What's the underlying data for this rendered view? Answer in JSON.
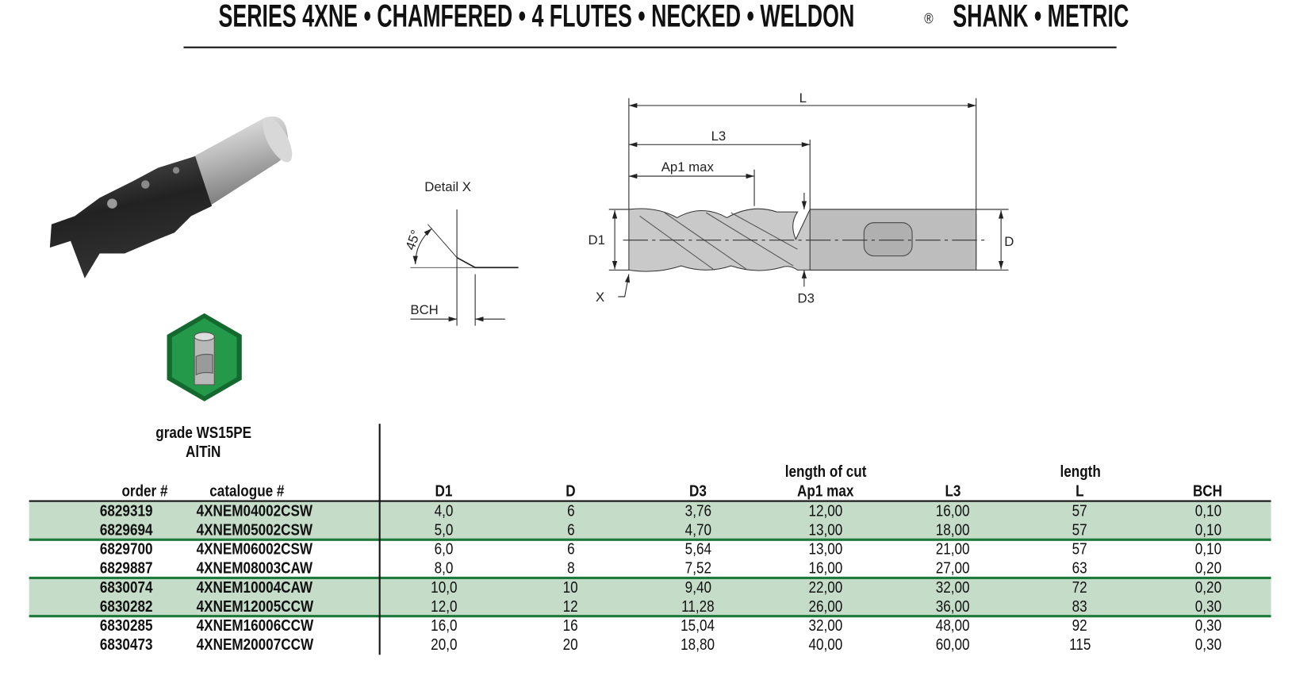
{
  "title": {
    "text": "SERIES 4XNE • CHAMFERED • 4 FLUTES • NECKED • WELDON",
    "reg": "®",
    "text_after": " SHANK • METRIC"
  },
  "diagram": {
    "detail_label": "Detail X",
    "angle_label": "45°",
    "bch_label": "BCH",
    "dims": {
      "L": "L",
      "L3": "L3",
      "Ap1": "Ap1 max",
      "D1": "D1",
      "D": "D",
      "D3": "D3",
      "X": "X"
    }
  },
  "icons": {
    "product": "end-mill-photo",
    "badge": "weldon-shank-badge",
    "badge_color": "#1f8a3f"
  },
  "grade": {
    "line1": "grade WS15PE",
    "line2": "AlTiN"
  },
  "table": {
    "group_headers": {
      "ap1": "length of cut",
      "l": "length"
    },
    "headers": [
      "order #",
      "catalogue #",
      "D1",
      "D",
      "D3",
      "Ap1 max",
      "L3",
      "L",
      "BCH"
    ],
    "rows": [
      [
        "6829319",
        "4XNEM04002CSW",
        "4,0",
        "6",
        "3,76",
        "12,00",
        "16,00",
        "57",
        "0,10"
      ],
      [
        "6829694",
        "4XNEM05002CSW",
        "5,0",
        "6",
        "4,70",
        "13,00",
        "18,00",
        "57",
        "0,10"
      ],
      [
        "6829700",
        "4XNEM06002CSW",
        "6,0",
        "6",
        "5,64",
        "13,00",
        "21,00",
        "57",
        "0,10"
      ],
      [
        "6829887",
        "4XNEM08003CAW",
        "8,0",
        "8",
        "7,52",
        "16,00",
        "27,00",
        "63",
        "0,20"
      ],
      [
        "6830074",
        "4XNEM10004CAW",
        "10,0",
        "10",
        "9,40",
        "22,00",
        "32,00",
        "72",
        "0,20"
      ],
      [
        "6830282",
        "4XNEM12005CCW",
        "12,0",
        "12",
        "11,28",
        "26,00",
        "36,00",
        "83",
        "0,30"
      ],
      [
        "6830285",
        "4XNEM16006CCW",
        "16,0",
        "16",
        "15,04",
        "32,00",
        "48,00",
        "92",
        "0,30"
      ],
      [
        "6830473",
        "4XNEM20007CCW",
        "20,0",
        "20",
        "18,80",
        "40,00",
        "60,00",
        "115",
        "0,30"
      ]
    ],
    "band_color": "#c5dcc9",
    "line_color": "#1e7a3c"
  }
}
